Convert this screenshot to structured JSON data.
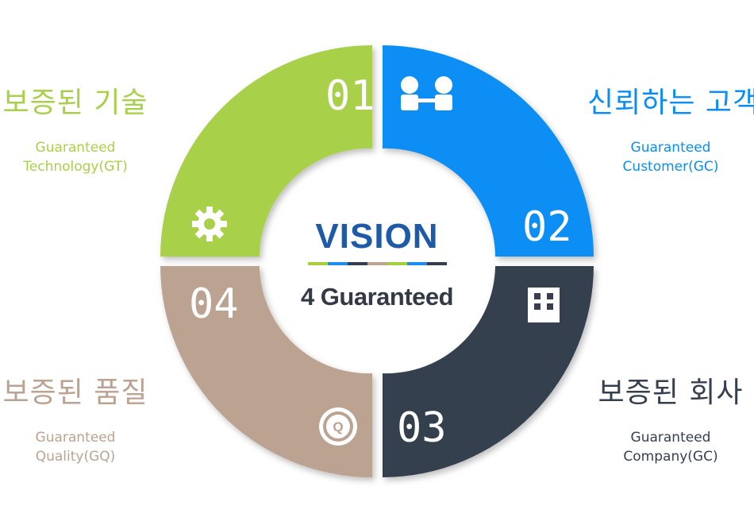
{
  "center": {
    "title": "VISION",
    "subtitle": "4 Guaranteed",
    "stripe_colors": [
      "#a5cf3f",
      "#1d8ef0",
      "#343e4e",
      "#bca28f",
      "#a5cf3f",
      "#1d8ef0",
      "#343e4e"
    ]
  },
  "quadrants": [
    {
      "number": "01",
      "title_ko": "보증된 기술",
      "title_en_line1": "Guaranteed",
      "title_en_line2": "Technology(GT)",
      "color": "#a9d04a",
      "icon": "gear-icon"
    },
    {
      "number": "02",
      "title_ko": "신뢰하는 고객",
      "title_en_line1": "Guaranteed",
      "title_en_line2": "Customer(GC)",
      "color": "#0a8ef5",
      "icon": "handshake-people-icon"
    },
    {
      "number": "03",
      "title_ko": "보증된 회사",
      "title_en_line1": "Guaranteed",
      "title_en_line2": "Company(GC)",
      "color": "#353f4f",
      "icon": "building-icon"
    },
    {
      "number": "04",
      "title_ko": "보증된 품질",
      "title_en_line1": "Guaranteed",
      "title_en_line2": "Quality(GQ)",
      "color": "#bca290",
      "icon": "quality-badge-icon"
    }
  ]
}
